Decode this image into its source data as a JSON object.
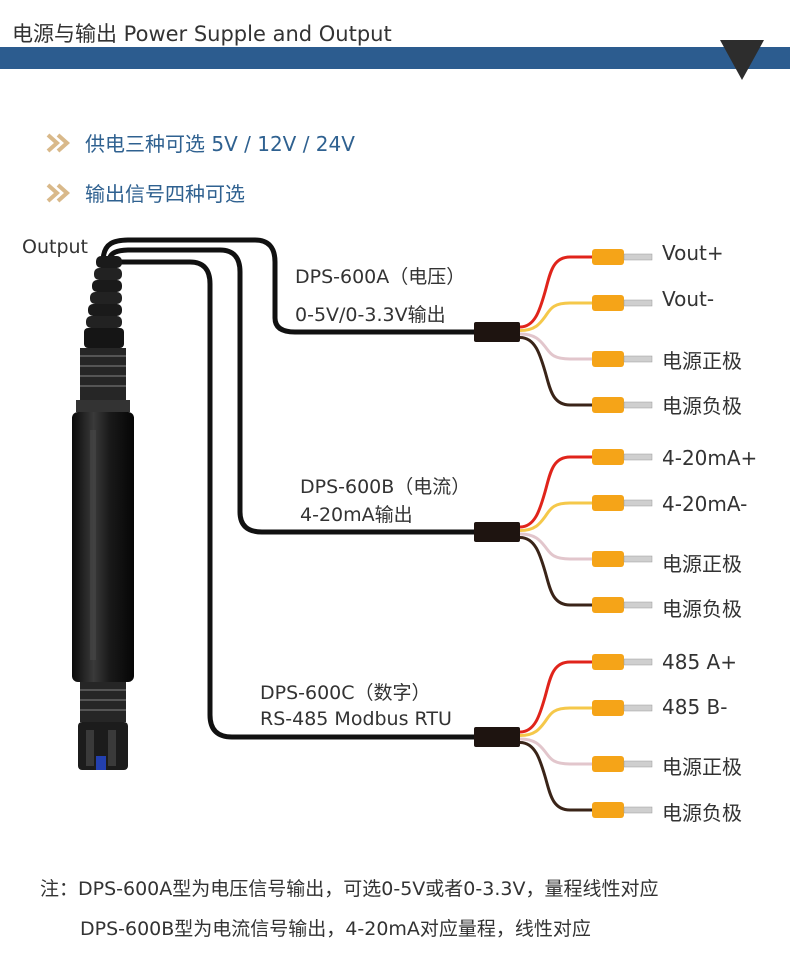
{
  "header": {
    "title": "电源与输出  Power Supple and Output"
  },
  "features": [
    {
      "text": "供电三种可选 5V / 12V / 24V"
    },
    {
      "text": "输出信号四种可选"
    }
  ],
  "diagram": {
    "output_label": "Output",
    "groups": [
      {
        "model": "DPS-600A（电压）",
        "desc": "0-5V/0-3.3V输出",
        "terminals": [
          "Vout+",
          "Vout-",
          "电源正极",
          "电源负极"
        ]
      },
      {
        "model": "DPS-600B（电流）",
        "desc": "4-20mA输出",
        "terminals": [
          "4-20mA+",
          "4-20mA-",
          "电源正极",
          "电源负极"
        ]
      },
      {
        "model": "DPS-600C（数字）",
        "desc": "RS-485 Modbus RTU",
        "terminals": [
          "485 A+",
          "485 B-",
          "电源正极",
          "电源负极"
        ]
      }
    ],
    "wire_colors": [
      "#e0241b",
      "#f5c84a",
      "#e2c6cc",
      "#3a2418"
    ],
    "terminal_color": "#f5a418",
    "cable_color": "#111111"
  },
  "notes": {
    "line1": "注：DPS-600A型为电压信号输出，可选0-5V或者0-3.3V，量程线性对应",
    "line2": "DPS-600B型为电流信号输出，4-20mA对应量程，线性对应"
  },
  "colors": {
    "accent": "#2c5c8f",
    "feature_text": "#2f6190"
  }
}
